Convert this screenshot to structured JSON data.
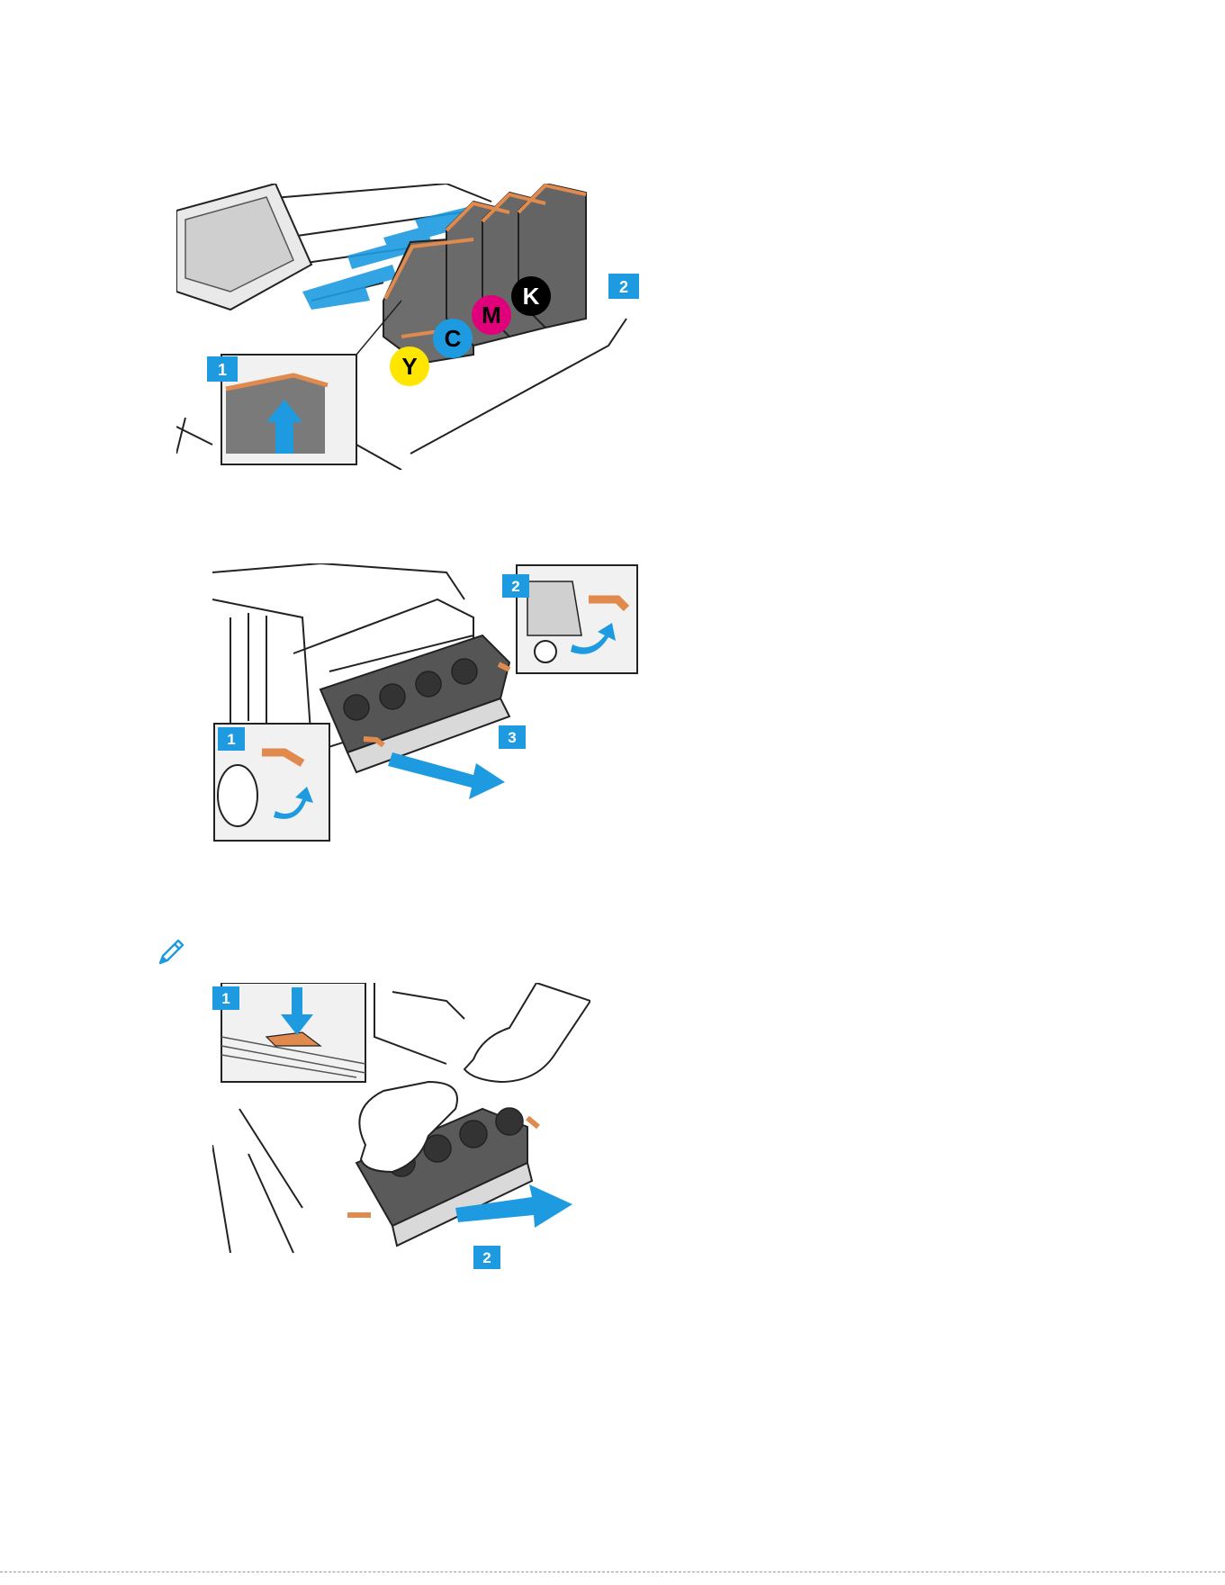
{
  "figures": [
    {
      "id": "fig-toner",
      "callouts": [
        "1",
        "2"
      ],
      "toner_labels": [
        {
          "letter": "Y",
          "fill": "#FFE600",
          "text_color": "#000000"
        },
        {
          "letter": "C",
          "fill": "#1E9BE0",
          "text_color": "#000000"
        },
        {
          "letter": "M",
          "fill": "#E0007A",
          "text_color": "#000000"
        },
        {
          "letter": "K",
          "fill": "#000000",
          "text_color": "#FFFFFF"
        }
      ]
    },
    {
      "id": "fig-drawer-release",
      "callouts": [
        "2",
        "1",
        "3"
      ]
    },
    {
      "id": "fig-drawer-pull",
      "callouts": [
        "1",
        "2"
      ]
    }
  ],
  "note_icon": "pencil-icon",
  "colors": {
    "callout_blue": "#1E9BE0",
    "arrow_blue": "#1E9BE0",
    "handle_orange": "#E08A4E",
    "latch_green": "#7FC3A6"
  }
}
